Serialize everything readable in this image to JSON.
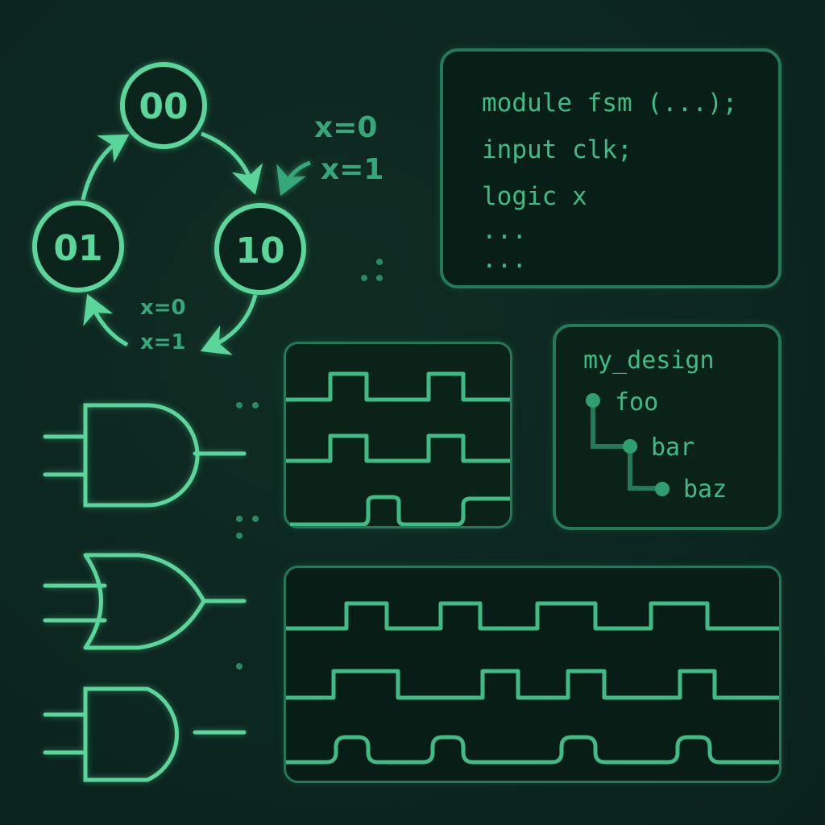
{
  "theme": {
    "background": "#0c2620",
    "stroke_bright": "#5ad69b",
    "stroke_mid": "#3fbb85",
    "stroke_dim": "#247a58",
    "panel_fill": "#081f17"
  },
  "fsm": {
    "states": [
      {
        "id": "s00",
        "label": "00"
      },
      {
        "id": "s10",
        "label": "10"
      },
      {
        "id": "s01",
        "label": "01"
      }
    ],
    "transitions": [
      {
        "from": "00",
        "to": "10"
      },
      {
        "from": "10",
        "to": "01"
      },
      {
        "from": "01",
        "to": "00"
      }
    ],
    "annotations": {
      "top_right": [
        "x=0",
        "x=1"
      ],
      "bottom": [
        "x=0",
        "x=1"
      ]
    }
  },
  "code_panel": {
    "lines": [
      "module fsm (...);",
      "input clk;",
      "logic x",
      "...",
      "..."
    ]
  },
  "hierarchy_panel": {
    "root": "my_design",
    "nodes": [
      {
        "label": "foo",
        "depth": 0
      },
      {
        "label": "bar",
        "depth": 1
      },
      {
        "label": "baz",
        "depth": 2
      }
    ]
  },
  "logic_gates": [
    {
      "type": "AND",
      "inputs": 2
    },
    {
      "type": "OR",
      "inputs": 2
    },
    {
      "type": "AND",
      "inputs": 2
    }
  ],
  "waveforms": {
    "small_panel": {
      "signals": 3
    },
    "large_panel": {
      "signals": 3
    }
  }
}
